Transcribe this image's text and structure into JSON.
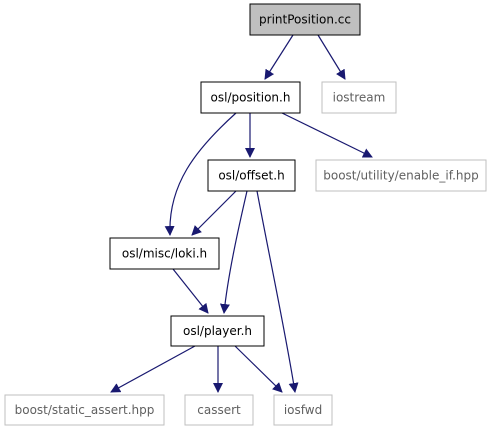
{
  "diagram": {
    "colors": {
      "edge": "#191970",
      "root_fill": "#bfbfbf",
      "root_stroke": "#000000",
      "documented_stroke": "#000000",
      "external_stroke": "#bfbfbf",
      "documented_text": "#000000",
      "external_text": "#606060"
    },
    "nodes": [
      {
        "id": "printPosition_cc",
        "label": "printPosition.cc",
        "kind": "root"
      },
      {
        "id": "osl_position_h",
        "label": "osl/position.h",
        "kind": "documented"
      },
      {
        "id": "iostream",
        "label": "iostream",
        "kind": "external"
      },
      {
        "id": "osl_offset_h",
        "label": "osl/offset.h",
        "kind": "documented"
      },
      {
        "id": "boost_enable_if",
        "label": "boost/utility/enable_if.hpp",
        "kind": "external"
      },
      {
        "id": "osl_misc_loki_h",
        "label": "osl/misc/loki.h",
        "kind": "documented"
      },
      {
        "id": "osl_player_h",
        "label": "osl/player.h",
        "kind": "documented"
      },
      {
        "id": "boost_static_assert",
        "label": "boost/static_assert.hpp",
        "kind": "external"
      },
      {
        "id": "cassert",
        "label": "cassert",
        "kind": "external"
      },
      {
        "id": "iosfwd",
        "label": "iosfwd",
        "kind": "external"
      }
    ],
    "edges": [
      {
        "from": "printPosition_cc",
        "to": "osl_position_h"
      },
      {
        "from": "printPosition_cc",
        "to": "iostream"
      },
      {
        "from": "osl_position_h",
        "to": "osl_offset_h"
      },
      {
        "from": "osl_position_h",
        "to": "boost_enable_if"
      },
      {
        "from": "osl_position_h",
        "to": "osl_misc_loki_h"
      },
      {
        "from": "osl_offset_h",
        "to": "osl_misc_loki_h"
      },
      {
        "from": "osl_offset_h",
        "to": "osl_player_h"
      },
      {
        "from": "osl_offset_h",
        "to": "iosfwd"
      },
      {
        "from": "osl_misc_loki_h",
        "to": "osl_player_h"
      },
      {
        "from": "osl_player_h",
        "to": "boost_static_assert"
      },
      {
        "from": "osl_player_h",
        "to": "cassert"
      },
      {
        "from": "osl_player_h",
        "to": "iosfwd"
      }
    ]
  }
}
